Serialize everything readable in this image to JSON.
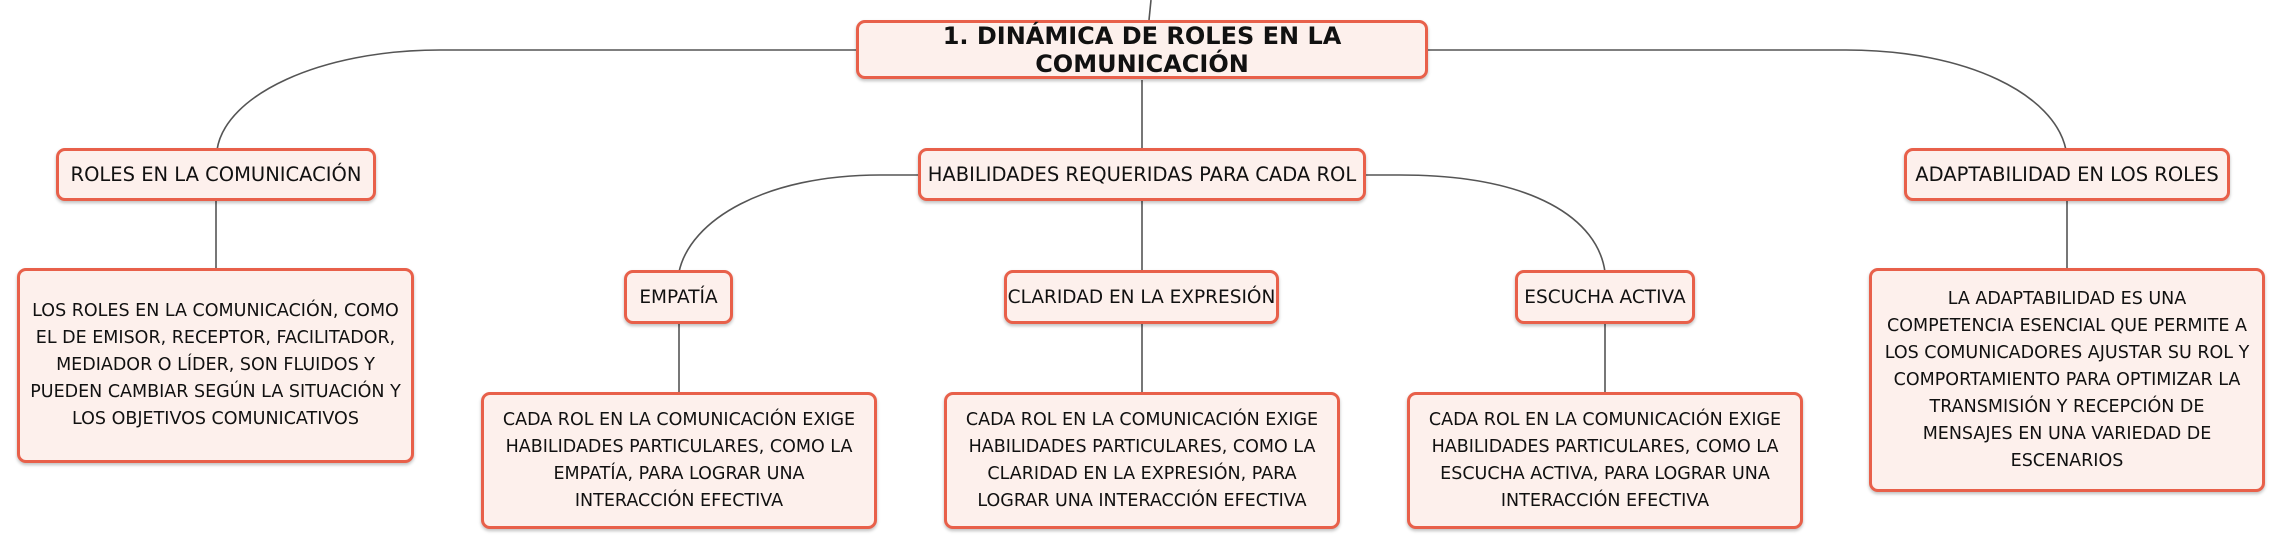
{
  "theme": {
    "node_fill": "#fdf0ec",
    "node_border": "#e8604a",
    "connector_color": "#555555"
  },
  "root": {
    "label": "1. DINÁMICA DE ROLES EN LA COMUNICACIÓN"
  },
  "topics": [
    {
      "label": "ROLES EN LA COMUNICACIÓN",
      "description": "LOS ROLES EN LA COMUNICACIÓN, COMO EL DE EMISOR, RECEPTOR, FACILITADOR, MEDIADOR O LÍDER, SON FLUIDOS Y PUEDEN CAMBIAR SEGÚN LA SITUACIÓN Y LOS OBJETIVOS COMUNICATIVOS"
    },
    {
      "label": "HABILIDADES REQUERIDAS PARA CADA ROL",
      "subtopics": [
        {
          "label": "EMPATÍA",
          "description": "CADA ROL EN LA COMUNICACIÓN EXIGE HABILIDADES PARTICULARES, COMO LA EMPATÍA, PARA LOGRAR UNA INTERACCIÓN EFECTIVA"
        },
        {
          "label": "CLARIDAD EN LA EXPRESIÓN",
          "description": "CADA ROL EN LA COMUNICACIÓN EXIGE HABILIDADES PARTICULARES, COMO LA CLARIDAD EN LA EXPRESIÓN, PARA LOGRAR UNA INTERACCIÓN EFECTIVA"
        },
        {
          "label": "ESCUCHA ACTIVA",
          "description": "CADA ROL EN LA COMUNICACIÓN EXIGE HABILIDADES PARTICULARES, COMO LA ESCUCHA ACTIVA, PARA LOGRAR UNA INTERACCIÓN EFECTIVA"
        }
      ]
    },
    {
      "label": "ADAPTABILIDAD EN LOS ROLES",
      "description": "LA ADAPTABILIDAD ES UNA COMPETENCIA ESENCIAL QUE PERMITE A LOS COMUNICADORES AJUSTAR SU ROL Y COMPORTAMIENTO PARA OPTIMIZAR LA TRANSMISIÓN Y RECEPCIÓN DE MENSAJES EN UNA VARIEDAD DE ESCENARIOS"
    }
  ]
}
